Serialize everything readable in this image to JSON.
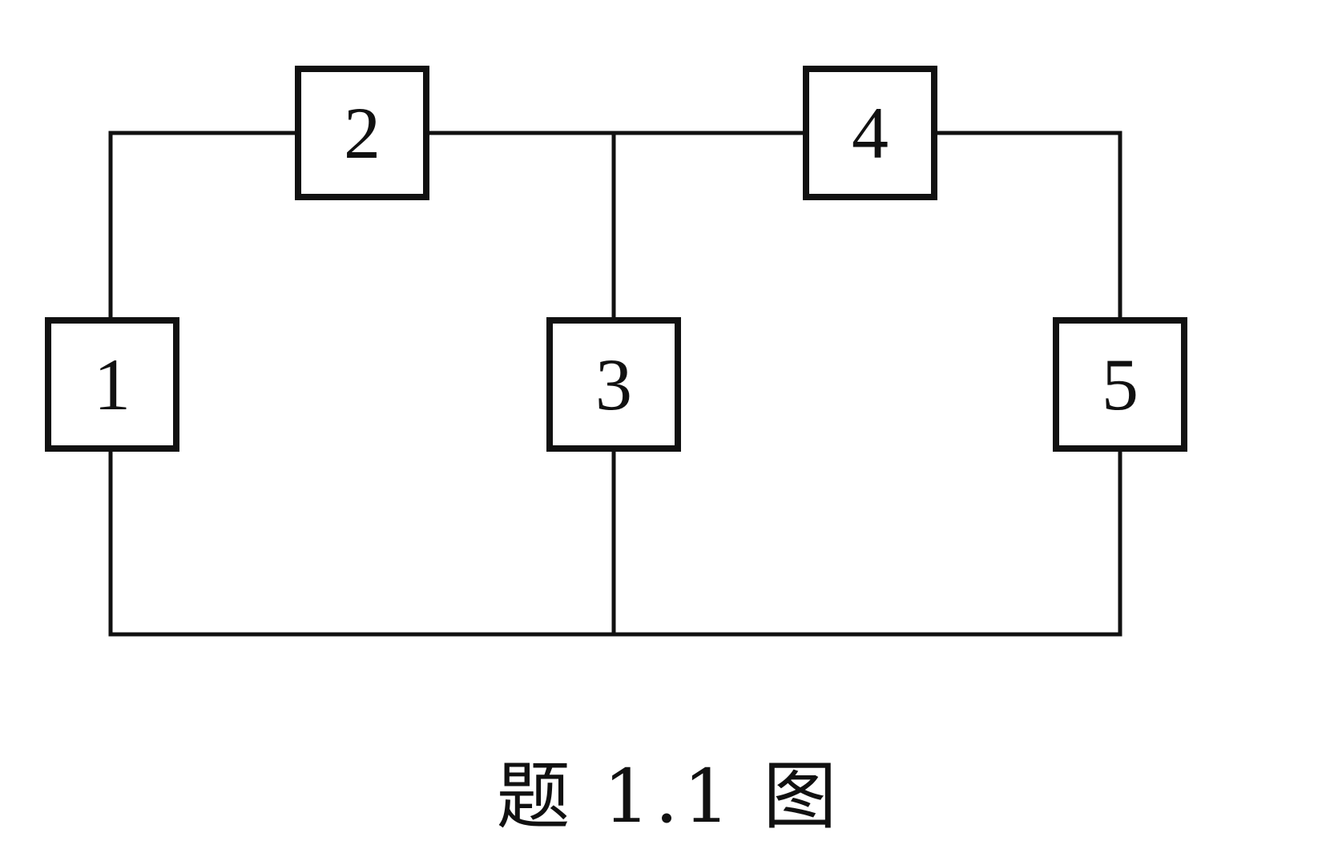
{
  "diagram": {
    "caption": "题 1.1 图",
    "nodes": [
      {
        "id": "1",
        "label": "1"
      },
      {
        "id": "2",
        "label": "2"
      },
      {
        "id": "3",
        "label": "3"
      },
      {
        "id": "4",
        "label": "4"
      },
      {
        "id": "5",
        "label": "5"
      }
    ],
    "connections": [
      [
        "1",
        "2"
      ],
      [
        "2",
        "3"
      ],
      [
        "2",
        "4"
      ],
      [
        "3",
        "4"
      ],
      [
        "4",
        "5"
      ],
      [
        "1",
        "3"
      ],
      [
        "3",
        "5"
      ]
    ]
  }
}
